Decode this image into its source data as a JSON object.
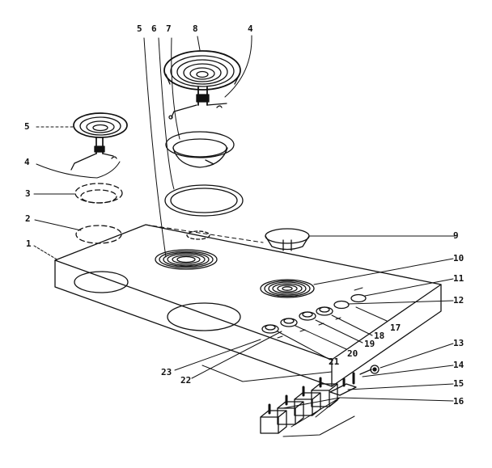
{
  "diagram": {
    "ink_color": "#111111",
    "background_color": "#ffffff",
    "callouts": [
      {
        "id": "c5a",
        "text": "5"
      },
      {
        "id": "c6",
        "text": "6"
      },
      {
        "id": "c7",
        "text": "7"
      },
      {
        "id": "c8",
        "text": "8"
      },
      {
        "id": "c4a",
        "text": "4"
      },
      {
        "id": "c5b",
        "text": "5"
      },
      {
        "id": "c4b",
        "text": "4"
      },
      {
        "id": "c3",
        "text": "3"
      },
      {
        "id": "c2",
        "text": "2"
      },
      {
        "id": "c1",
        "text": "1"
      },
      {
        "id": "c9",
        "text": "9"
      },
      {
        "id": "c10",
        "text": "10"
      },
      {
        "id": "c11",
        "text": "11"
      },
      {
        "id": "c12",
        "text": "12"
      },
      {
        "id": "c17",
        "text": "17"
      },
      {
        "id": "c18",
        "text": "18"
      },
      {
        "id": "c19",
        "text": "19"
      },
      {
        "id": "c20",
        "text": "20"
      },
      {
        "id": "c21",
        "text": "21"
      },
      {
        "id": "c22",
        "text": "22"
      },
      {
        "id": "c23",
        "text": "23"
      },
      {
        "id": "c13",
        "text": "13"
      },
      {
        "id": "c14",
        "text": "14"
      },
      {
        "id": "c15",
        "text": "15"
      },
      {
        "id": "c16",
        "text": "16"
      }
    ]
  }
}
